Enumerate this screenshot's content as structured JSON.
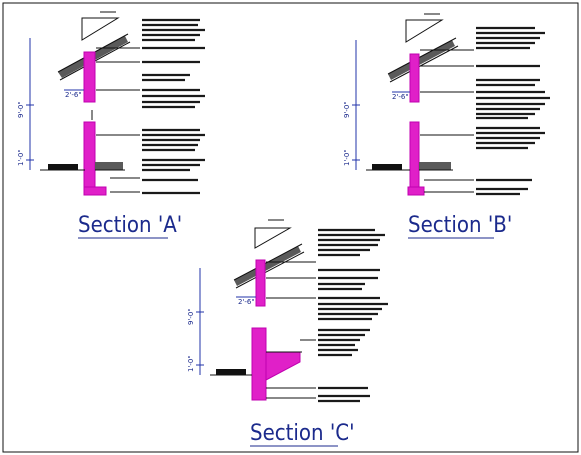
{
  "sections": [
    {
      "title": "Section 'A'",
      "dim_top": "9'-0\"",
      "dim_bot": "1'-0\"",
      "dim_eave": "2'-6\""
    },
    {
      "title": "Section 'B'",
      "dim_top": "9'-0\"",
      "dim_bot": "1'-0\"",
      "dim_eave": "2'-6\""
    },
    {
      "title": "Section 'C'",
      "dim_top": "9'-0\"",
      "dim_bot": "1'-0\"",
      "dim_eave": "2'-6\""
    }
  ],
  "colors": {
    "structure": "#e020c8",
    "annotation_blue": "#1b2a8c",
    "linework": "#111111"
  }
}
